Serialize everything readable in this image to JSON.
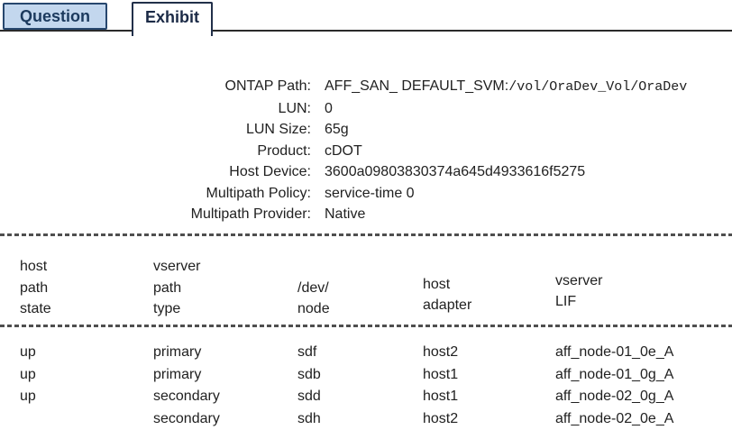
{
  "colors": {
    "tab-question-bg": "#c3d7ee",
    "tab-question-border": "#27476e",
    "tab-question-text": "#1c3a5e",
    "tab-exhibit-border": "#22304a",
    "tab-exhibit-text": "#1b2a46",
    "tabline": "#2a2a2a",
    "text": "#212121",
    "dashed-line": "#4f4f4f"
  },
  "tabs": {
    "question": "Question",
    "exhibit": "Exhibit"
  },
  "info": {
    "rows": [
      {
        "label": "ONTAP Path:",
        "value": "AFF_SAN_ DEFAULT_SVM:",
        "value_mono": "/vol/OraDev_Vol/OraDev"
      },
      {
        "label": "LUN:",
        "value": "0"
      },
      {
        "label": "LUN Size:",
        "value": "65g"
      },
      {
        "label": "Product:",
        "value": "cDOT"
      },
      {
        "label": "Host Device:",
        "value": "3600a09803830374a645d4933616f5275"
      },
      {
        "label": "Multipath Policy:",
        "value": "service-time 0"
      },
      {
        "label": "Multipath Provider:",
        "value": "Native"
      }
    ]
  },
  "paths_table": {
    "headers": [
      {
        "lines": [
          "host",
          "path",
          "state"
        ]
      },
      {
        "lines": [
          "vserver",
          "path",
          "type"
        ]
      },
      {
        "lines": [
          "/dev/",
          "node"
        ]
      },
      {
        "lines": [
          "host",
          "adapter"
        ]
      },
      {
        "lines": [
          "vserver",
          "LIF"
        ]
      }
    ],
    "rows": [
      [
        "up",
        "primary",
        "sdf",
        "host2",
        "aff_node-01_0e_A"
      ],
      [
        "up",
        "primary",
        "sdb",
        "host1",
        "aff_node-01_0g_A"
      ],
      [
        "up",
        "secondary",
        "sdd",
        "host1",
        "aff_node-02_0g_A"
      ],
      [
        "",
        "secondary",
        "sdh",
        "host2",
        "aff_node-02_0e_A"
      ]
    ]
  }
}
